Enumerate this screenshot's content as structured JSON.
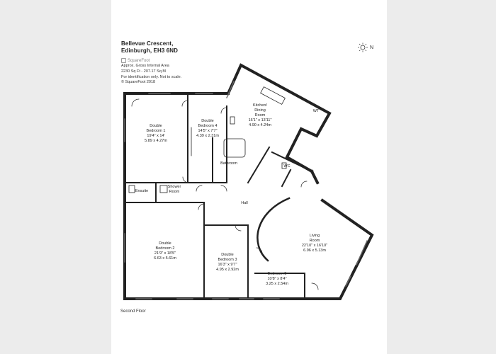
{
  "header": {
    "address_line1": "Bellevue Crescent,",
    "address_line2": "Edinburgh, EH3 6ND",
    "brand": "SquareFoot",
    "area_title": "Approx. Gross Internal Area",
    "area_value": "2230 Sq Ft - 207.17 Sq M",
    "disclaimer": "For identification only. Not to scale.",
    "copyright": "© SquareFoot 2018"
  },
  "compass": {
    "letter": "N",
    "icon": "sun-compass-icon"
  },
  "rooms": {
    "bedroom1": {
      "name_line1": "Double",
      "name_line2": "Bedroom 1",
      "imperial": "19'4\" x 14'",
      "metric": "5.89 x 4.27m"
    },
    "bedroom4": {
      "name_line1": "Double",
      "name_line2": "Bedroom 4",
      "imperial": "14'5\" x 7'7\"",
      "metric": "4.39 x 2.31m"
    },
    "kitchen": {
      "name_line1": "Kitchen/",
      "name_line2": "Dining",
      "name_line3": "Room",
      "imperial": "16'1\" x 13'11\"",
      "metric": "4.90 x 4.24m"
    },
    "wt": {
      "name": "WT"
    },
    "wc": {
      "name": "WC"
    },
    "bathroom": {
      "name": "Bathroom"
    },
    "ensuite": {
      "name": "Ensuite"
    },
    "shower": {
      "name_line1": "Shower",
      "name_line2": "Room"
    },
    "hall": {
      "name": "Hall"
    },
    "bedroom2": {
      "name_line1": "Double",
      "name_line2": "Bedroom 2",
      "imperial": "21'9\" x 18'5\"",
      "metric": "6.63 x 5.61m"
    },
    "bedroom3": {
      "name_line1": "Double",
      "name_line2": "Bedroom 3",
      "imperial": "16'3\" x 9'7\"",
      "metric": "4.95 x 2.92m"
    },
    "living": {
      "name_line1": "Living",
      "name_line2": "Room",
      "imperial": "22'10\" x 16'10\"",
      "metric": "6.96 x 5.13m"
    },
    "bedroom5": {
      "name": "Bedroom 5",
      "imperial": "10'8\" x 8'4\"",
      "metric": "3.25 x 2.54m"
    }
  },
  "floor_label": "Second Floor"
}
